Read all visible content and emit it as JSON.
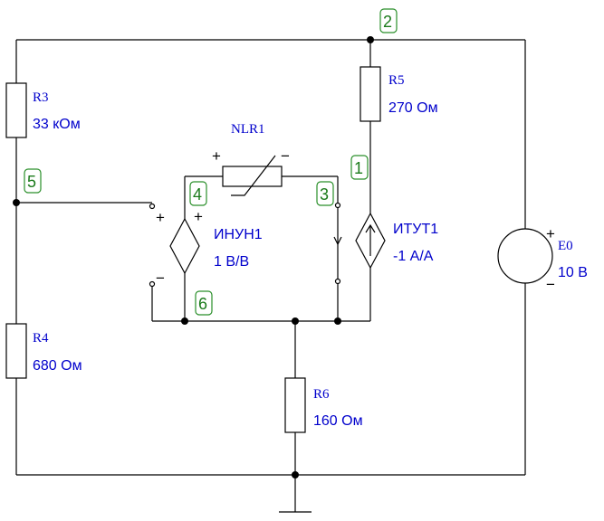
{
  "components": {
    "r3": {
      "name": "R3",
      "value": "33 кОм"
    },
    "r5": {
      "name": "R5",
      "value": "270 Ом"
    },
    "r4": {
      "name": "R4",
      "value": "680 Ом"
    },
    "r6": {
      "name": "R6",
      "value": "160 Ом"
    },
    "nlr1": {
      "name": "NLR1"
    },
    "inun1": {
      "name": "ИНУН1",
      "value": "1 В/В"
    },
    "itut1": {
      "name": "ИТУТ1",
      "value": "-1 А/А"
    },
    "e0": {
      "name": "E0",
      "value": "10 В"
    }
  },
  "nodes": [
    "1",
    "2",
    "3",
    "4",
    "5",
    "6"
  ],
  "signs": {
    "plus": "+",
    "minus": "−"
  },
  "colors": {
    "component_text": "#0000cc",
    "node_label": "#1a7a1a",
    "wire": "#000000"
  }
}
